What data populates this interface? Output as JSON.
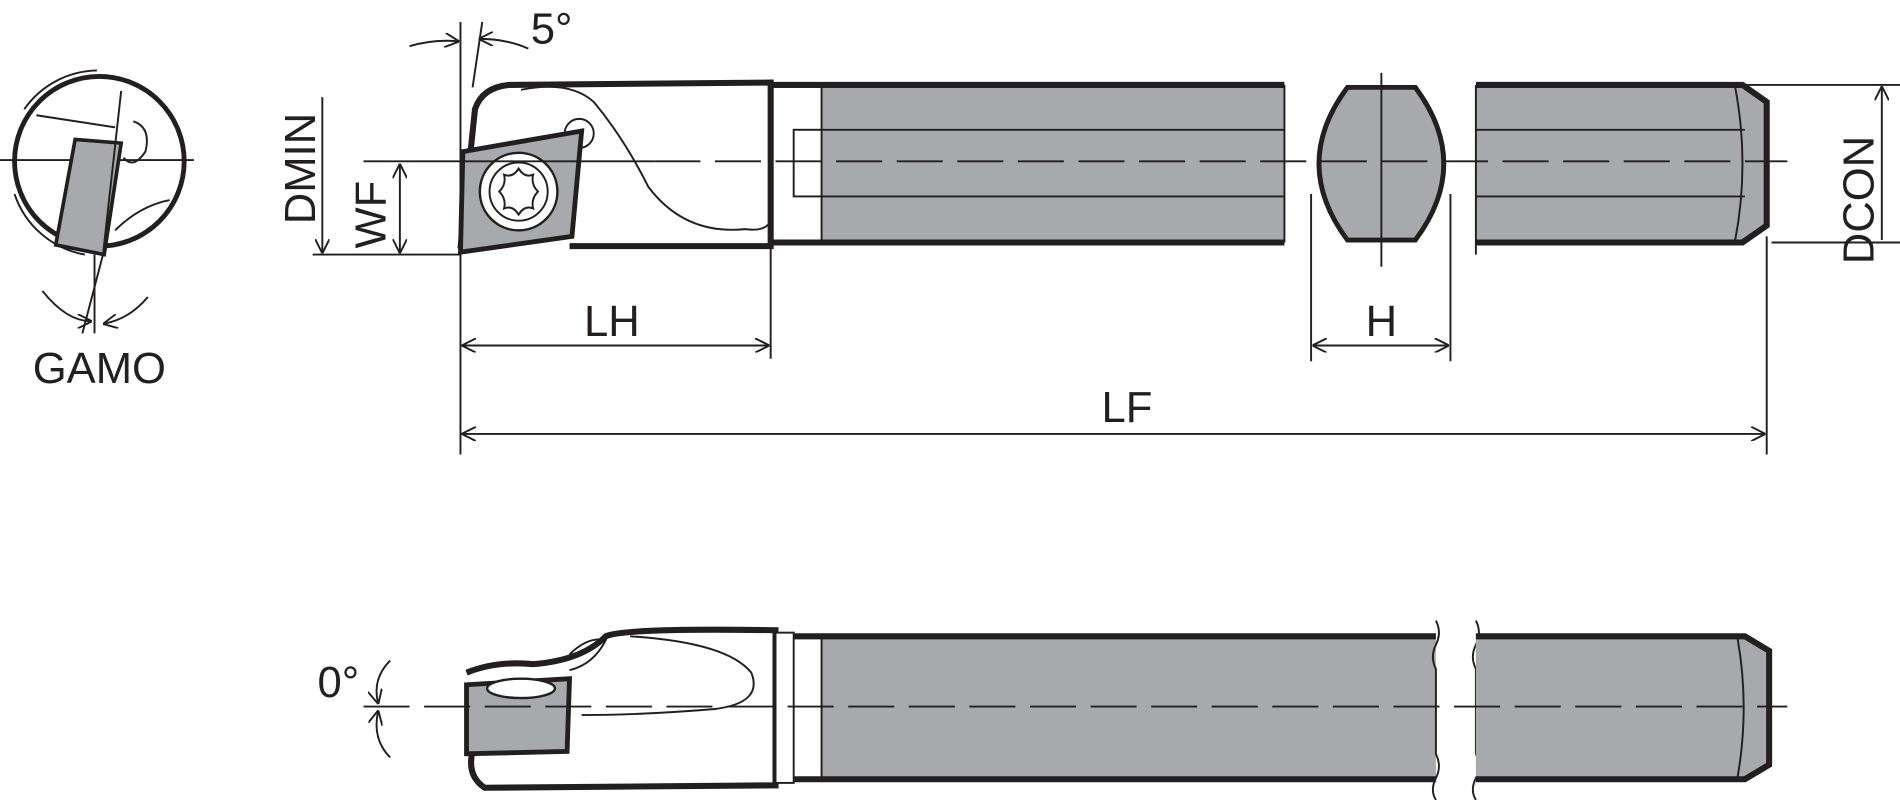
{
  "diagram": {
    "labels": {
      "gamo": "GAMO",
      "angle_top": "5°",
      "dmin": "DMIN",
      "wf": "WF",
      "lh": "LH",
      "h": "H",
      "lf": "LF",
      "dcon": "DCON",
      "angle_bottom": "0°"
    },
    "colors": {
      "line": "#231f20",
      "shank_fill": "#a7a9ac",
      "background": "#ffffff"
    }
  }
}
